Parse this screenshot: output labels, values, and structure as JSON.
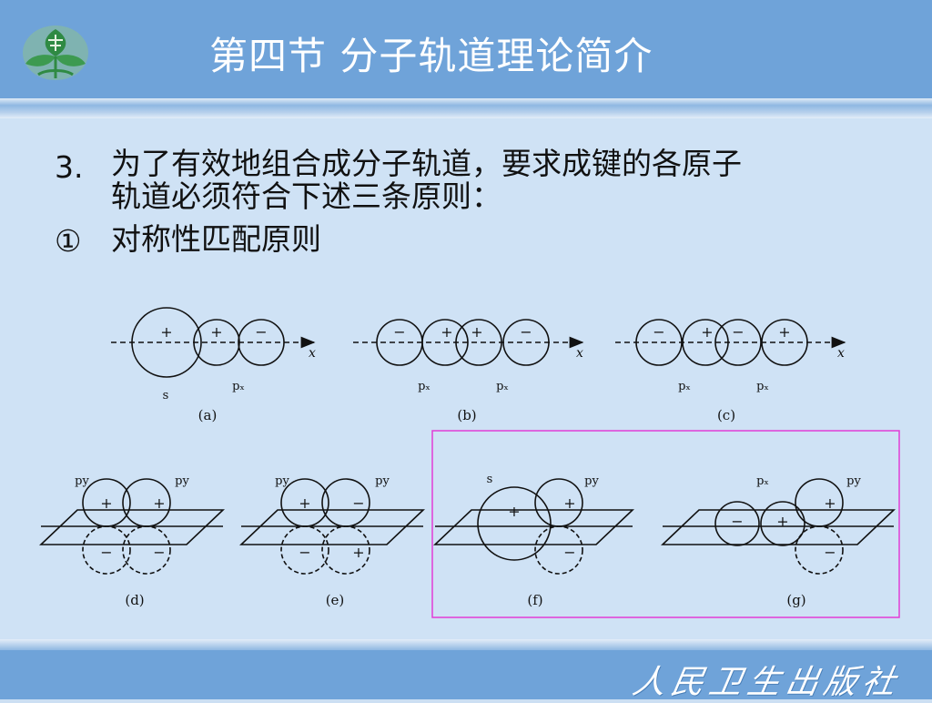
{
  "header": {
    "title": "第四节 分子轨道理论简介"
  },
  "body": {
    "item3_num": "3.",
    "item3_line1": "为了有效地组合成分子轨道，要求成键的各原子",
    "item3_line2": "轨道必须符合下述三条原则：",
    "item1_num": "①",
    "item1_text": "对称性匹配原则"
  },
  "figure": {
    "axis_label": "x",
    "panels": {
      "a": {
        "caption": "(a)",
        "left_label": "s",
        "right_label": "pₓ",
        "signs": [
          "+",
          "+",
          "−"
        ]
      },
      "b": {
        "caption": "(b)",
        "left_label": "pₓ",
        "right_label": "pₓ",
        "signs": [
          "−",
          "+",
          "+",
          "−"
        ]
      },
      "c": {
        "caption": "(c)",
        "left_label": "pₓ",
        "right_label": "pₓ",
        "signs": [
          "−",
          "+",
          "−",
          "+"
        ]
      },
      "d": {
        "caption": "(d)",
        "left_label": "py",
        "right_label": "py",
        "signs": [
          "+",
          "+",
          "−",
          "−"
        ]
      },
      "e": {
        "caption": "(e)",
        "left_label": "py",
        "right_label": "py",
        "signs": [
          "+",
          "−",
          "−",
          "+"
        ]
      },
      "f": {
        "caption": "(f)",
        "left_label": "s",
        "right_label": "py",
        "signs": [
          "+",
          "+",
          "−"
        ]
      },
      "g": {
        "caption": "(g)",
        "left_label": "pₓ",
        "right_label": "py",
        "signs": [
          "−",
          "+",
          "+",
          "−"
        ]
      }
    }
  },
  "footer": {
    "publisher": "人民卫生出版社"
  },
  "colors": {
    "header": "#6fa3d9",
    "background": "#cfe2f5",
    "highlight_box": "#e23cd6"
  }
}
